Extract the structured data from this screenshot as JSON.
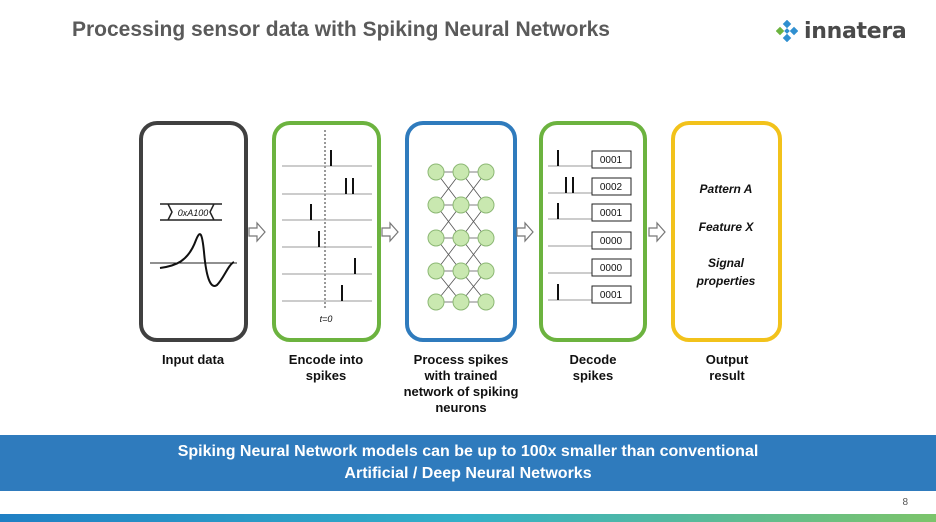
{
  "title": "Processing sensor data with Spiking Neural Networks",
  "logo": {
    "text": "innatera",
    "icon": "diamond-cluster-icon",
    "color": "#2f8fd0"
  },
  "stages": [
    {
      "label": "Input data",
      "color": "#404040",
      "hex_value": "0xA100"
    },
    {
      "label": "Encode into spikes",
      "color": "#6cb33f",
      "time_label": "t=0"
    },
    {
      "label": "Process spikes with trained network of spiking neurons",
      "color": "#2f7bbd"
    },
    {
      "label": "Decode spikes",
      "color": "#6cb33f",
      "codes": [
        "0001",
        "0002",
        "0001",
        "0000",
        "0000",
        "0001"
      ]
    },
    {
      "label": "Output result",
      "color": "#f2c21b",
      "outputs": [
        "Pattern A",
        "Feature X",
        "Signal properties"
      ]
    }
  ],
  "banner": {
    "line1": "Spiking Neural Network models can be up to 100x smaller than conventional",
    "line2": "Artificial / Deep Neural Networks",
    "color": "#2f7bbd"
  },
  "page_number": "8"
}
